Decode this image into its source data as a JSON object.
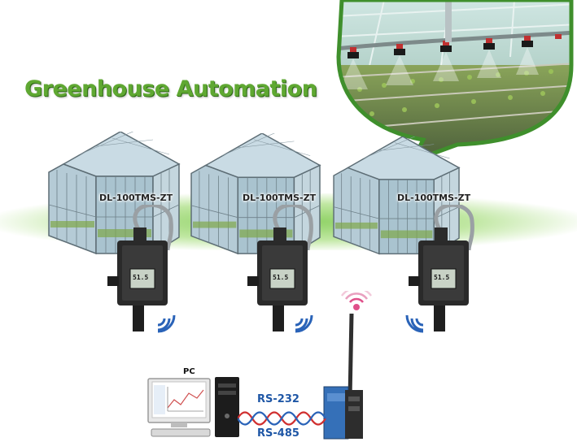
{
  "title": "Greenhouse Automation",
  "devices": [
    {
      "label": "DL-100TMS-ZT",
      "screen": "51.5"
    },
    {
      "label": "DL-100TMS-ZT",
      "screen": "51.5"
    },
    {
      "label": "DL-100TMS-ZT",
      "screen": "51.5"
    }
  ],
  "pc": {
    "label": "PC"
  },
  "connection": {
    "top": "RS-232",
    "bottom": "RS-485"
  },
  "colors": {
    "title_green": "#5fa832",
    "bus_blue": "#1f57a6",
    "wave_blue": "#2a63b8",
    "wave_pink": "#e0508a"
  }
}
